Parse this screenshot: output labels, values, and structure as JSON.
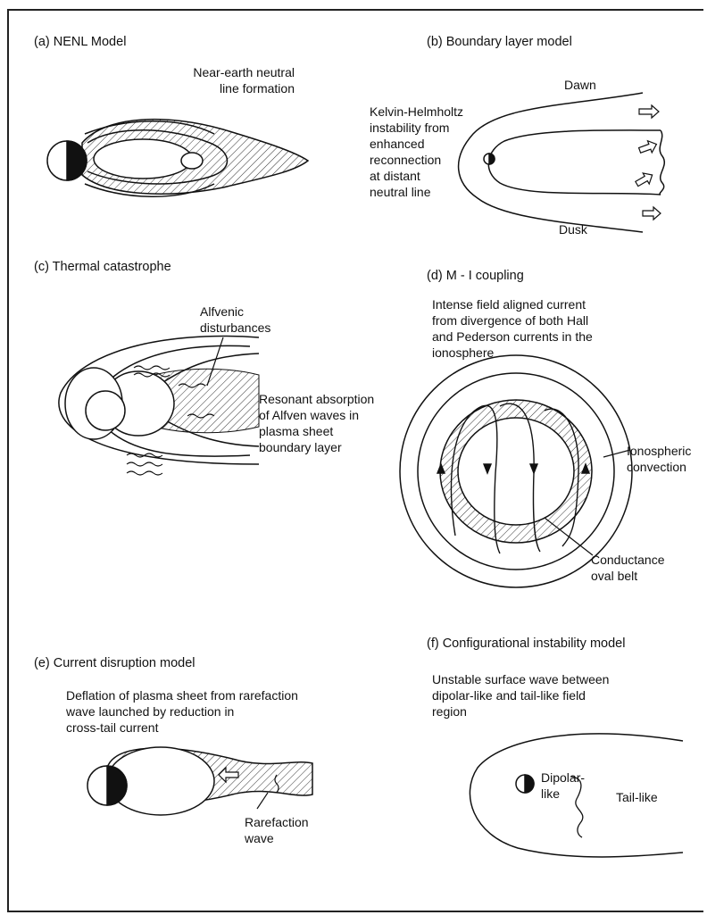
{
  "panels": {
    "a": {
      "title": "(a)  NENL Model",
      "note": "Near-earth neutral\nline formation"
    },
    "b": {
      "title": "(b)  Boundary layer model",
      "note": "Kelvin-Helmholtz\ninstability from\nenhanced\nreconnection\nat distant\nneutral line",
      "dawn": "Dawn",
      "dusk": "Dusk"
    },
    "c": {
      "title": "(c)  Thermal catastrophe",
      "alfvenic": "Alfvenic\ndisturbances",
      "resonant": "Resonant absorption\nof Alfven waves in\nplasma sheet\nboundary layer"
    },
    "d": {
      "title": "(d)  M - I coupling",
      "note": "Intense field aligned current\nfrom divergence of both  Hall\nand Pederson currents in the\nionosphere",
      "convection": "Ionospheric\nconvection",
      "conductance": "Conductance\noval belt"
    },
    "e": {
      "title": "(e)  Current disruption model",
      "note": "Deflation of plasma sheet from rarefaction\nwave launched by reduction in\ncross-tail current",
      "rarefaction": "Rarefaction\nwave"
    },
    "f": {
      "title": "(f)  Configurational instability model",
      "note": "Unstable surface wave between\ndipolar-like and tail-like field\nregion",
      "dipolar": "Dipolar-\nlike",
      "tail": "Tail-like"
    }
  }
}
